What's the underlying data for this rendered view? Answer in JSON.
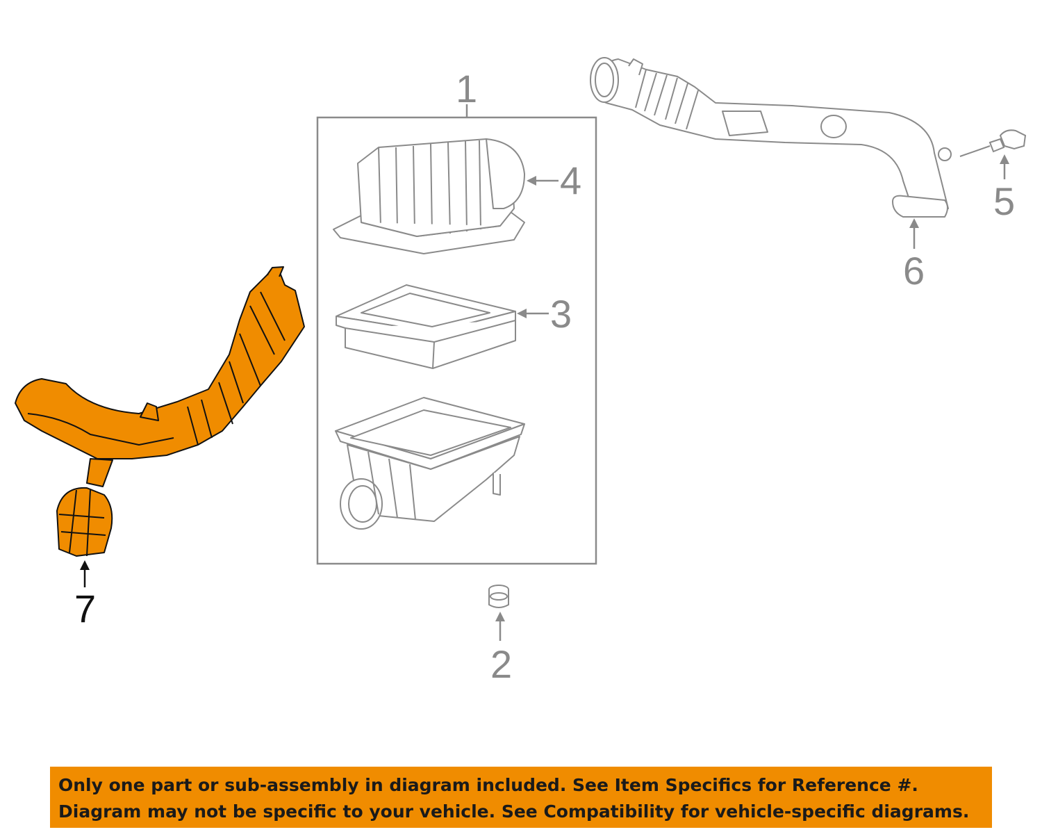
{
  "callouts": {
    "c1": "1",
    "c2": "2",
    "c3": "3",
    "c4": "4",
    "c5": "5",
    "c6": "6",
    "c7": "7"
  },
  "notice": {
    "line1": "Only one part or sub-assembly in diagram included. See Item Specifics for Reference #.",
    "line2": "Diagram may not be specific to your vehicle. See Compatibility for vehicle-specific diagrams."
  },
  "colors": {
    "highlight": "#f08c00",
    "outline": "#8a8a8a",
    "highlight_outline": "#111111",
    "notice_text": "#1a1a1a"
  }
}
